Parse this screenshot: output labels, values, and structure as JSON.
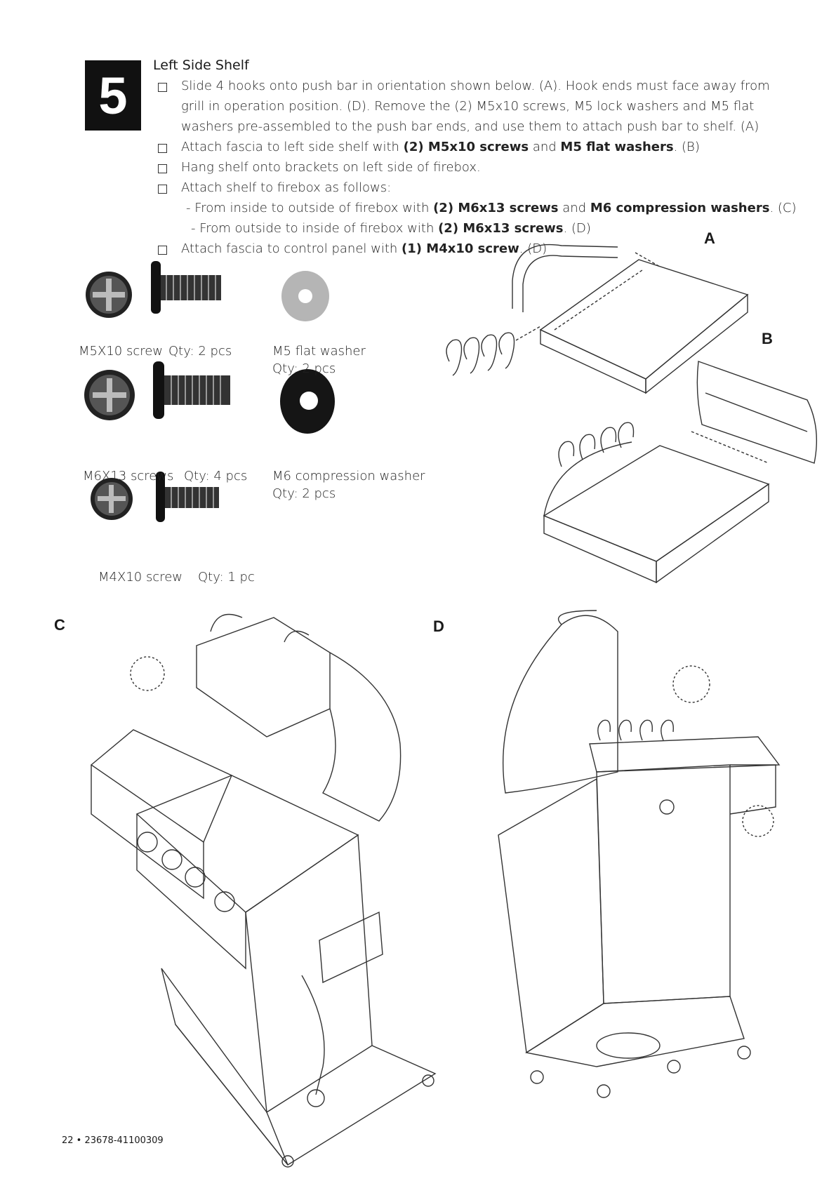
{
  "step": {
    "number": "5",
    "title": "Left Side Shelf"
  },
  "instructions": [
    {
      "lines": [
        [
          {
            "t": "Slide 4 hooks onto push bar in orientation shown below. (A). Hook ends must face away from"
          }
        ],
        [
          {
            "t": "grill in operation position. (D). Remove the (2) M5x10 screws, M5 lock washers and M5 flat"
          }
        ],
        [
          {
            "t": "washers pre-assembled to the push bar ends, and use them to attach push bar to shelf. (A)"
          }
        ]
      ]
    },
    {
      "lines": [
        [
          {
            "t": "Attach fascia to left side shelf with "
          },
          {
            "t": "(2) M5x10 screws",
            "b": true
          },
          {
            "t": " and "
          },
          {
            "t": "M5 flat washers",
            "b": true
          },
          {
            "t": ". (B)"
          }
        ]
      ]
    },
    {
      "lines": [
        [
          {
            "t": "Hang shelf onto brackets on left side of firebox."
          }
        ]
      ]
    },
    {
      "lines": [
        [
          {
            "t": "Attach shelf to firebox as follows:"
          }
        ]
      ]
    },
    {
      "sub": true,
      "lines": [
        [
          {
            "t": "- From inside to outside of firebox with "
          },
          {
            "t": "(2) M6x13 screws",
            "b": true
          },
          {
            "t": " and "
          },
          {
            "t": "M6 compression washers",
            "b": true
          },
          {
            "t": ". (C)"
          }
        ]
      ]
    },
    {
      "sub": true,
      "lines": [
        [
          {
            "t": "- From outside to inside of firebox with "
          },
          {
            "t": "(2) M6x13 screws",
            "b": true
          },
          {
            "t": ". (D)"
          }
        ]
      ]
    },
    {
      "lines": [
        [
          {
            "t": "Attach fascia to control panel with "
          },
          {
            "t": "(1) M4x10 screw",
            "b": true
          },
          {
            "t": ". (D)"
          }
        ]
      ]
    }
  ],
  "hardware": {
    "m5x10_name": "M5X10 screw",
    "m5x10_qty": "Qty: 2 pcs",
    "m5_washer_name": "M5 flat washer",
    "m5_washer_qty": "Qty: 2 pcs",
    "m6x13_name": "M6X13 screws",
    "m6x13_qty": "Qty: 4 pcs",
    "m6_washer_name": "M6 compression washer",
    "m6_washer_qty": "Qty: 2 pcs",
    "m4x10_name": "M4X10 screw",
    "m4x10_qty": "Qty: 1 pc"
  },
  "figure_labels": {
    "a": "A",
    "b": "B",
    "c": "C",
    "d": "D"
  },
  "footer": "22 • 23678-41100309",
  "colors": {
    "ink": "#111111",
    "line": "#333333"
  }
}
